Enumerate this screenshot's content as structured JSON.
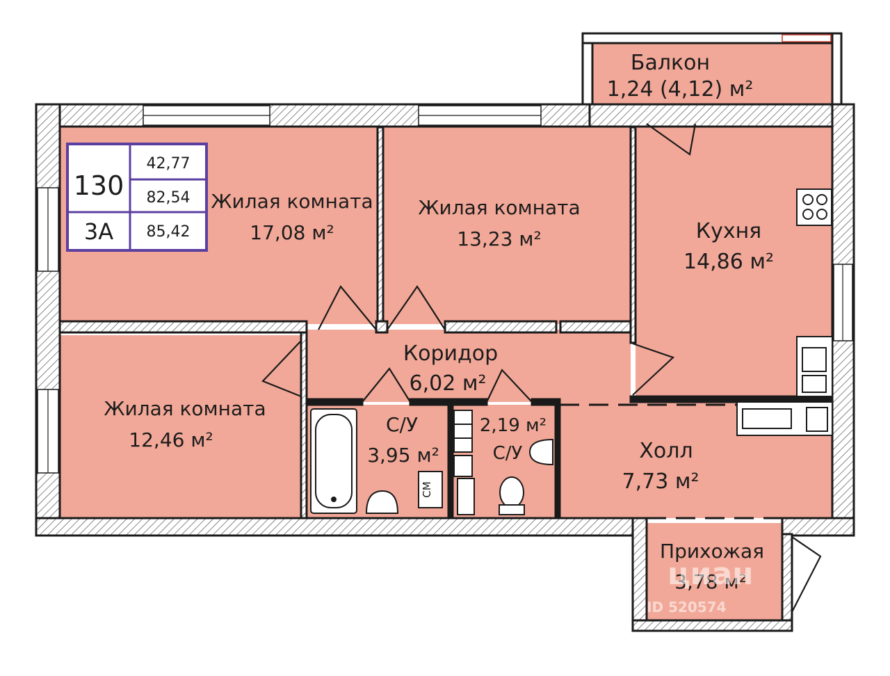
{
  "colors": {
    "room_fill": "#f2a898",
    "wall": "#1a1a1a",
    "info_border": "#5b3fa0",
    "background": "#ffffff"
  },
  "info_box": {
    "apartment_number": "130",
    "type": "3А",
    "area_living": "42,77",
    "area_total": "82,54",
    "area_total_with_balcony": "85,42"
  },
  "rooms": {
    "living1": {
      "name": "Жилая комната",
      "area": "17,08 м²"
    },
    "living2": {
      "name": "Жилая комната",
      "area": "13,23 м²"
    },
    "living3": {
      "name": "Жилая комната",
      "area": "12,46 м²"
    },
    "kitchen": {
      "name": "Кухня",
      "area": "14,86 м²"
    },
    "corridor": {
      "name": "Коридор",
      "area": "6,02 м²"
    },
    "bathroom1": {
      "name": "С/У",
      "area": "3,95 м²"
    },
    "bathroom2": {
      "name": "С/У",
      "area": "2,19 м²"
    },
    "hall": {
      "name": "Холл",
      "area": "7,73 м²"
    },
    "entrance": {
      "name": "Прихожая",
      "area": "3,78 м²"
    },
    "balcony": {
      "name": "Балкон",
      "area": "1,24 (4,12) м²"
    }
  },
  "fixtures": {
    "washing_machine": "СМ"
  },
  "watermark": {
    "brand": "циан",
    "id": "ID 520574"
  }
}
